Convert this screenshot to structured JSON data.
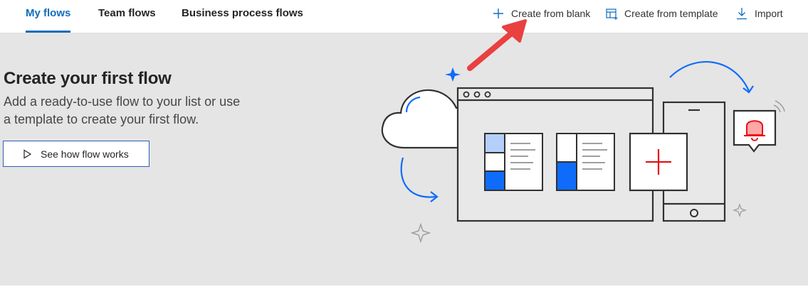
{
  "tabs": [
    {
      "label": "My flows",
      "active": true
    },
    {
      "label": "Team flows",
      "active": false
    },
    {
      "label": "Business process flows",
      "active": false
    }
  ],
  "commands": {
    "create_blank": {
      "label": "Create from blank",
      "icon": "plus-icon"
    },
    "create_template": {
      "label": "Create from template",
      "icon": "template-icon"
    },
    "import": {
      "label": "Import",
      "icon": "import-icon"
    }
  },
  "hero": {
    "title": "Create your first flow",
    "subtitle": "Add a ready-to-use flow to your list or use a template to create your first flow.",
    "button_label": "See how flow works",
    "button_icon": "play-icon"
  },
  "colors": {
    "accent": "#0f6cbd",
    "hero_bg": "#e5e5e5",
    "illustration_blue": "#0f6cfa",
    "illustration_light_blue": "#b3cffa",
    "alert_red": "#e8111a",
    "annotation_arrow": "#e94040"
  }
}
